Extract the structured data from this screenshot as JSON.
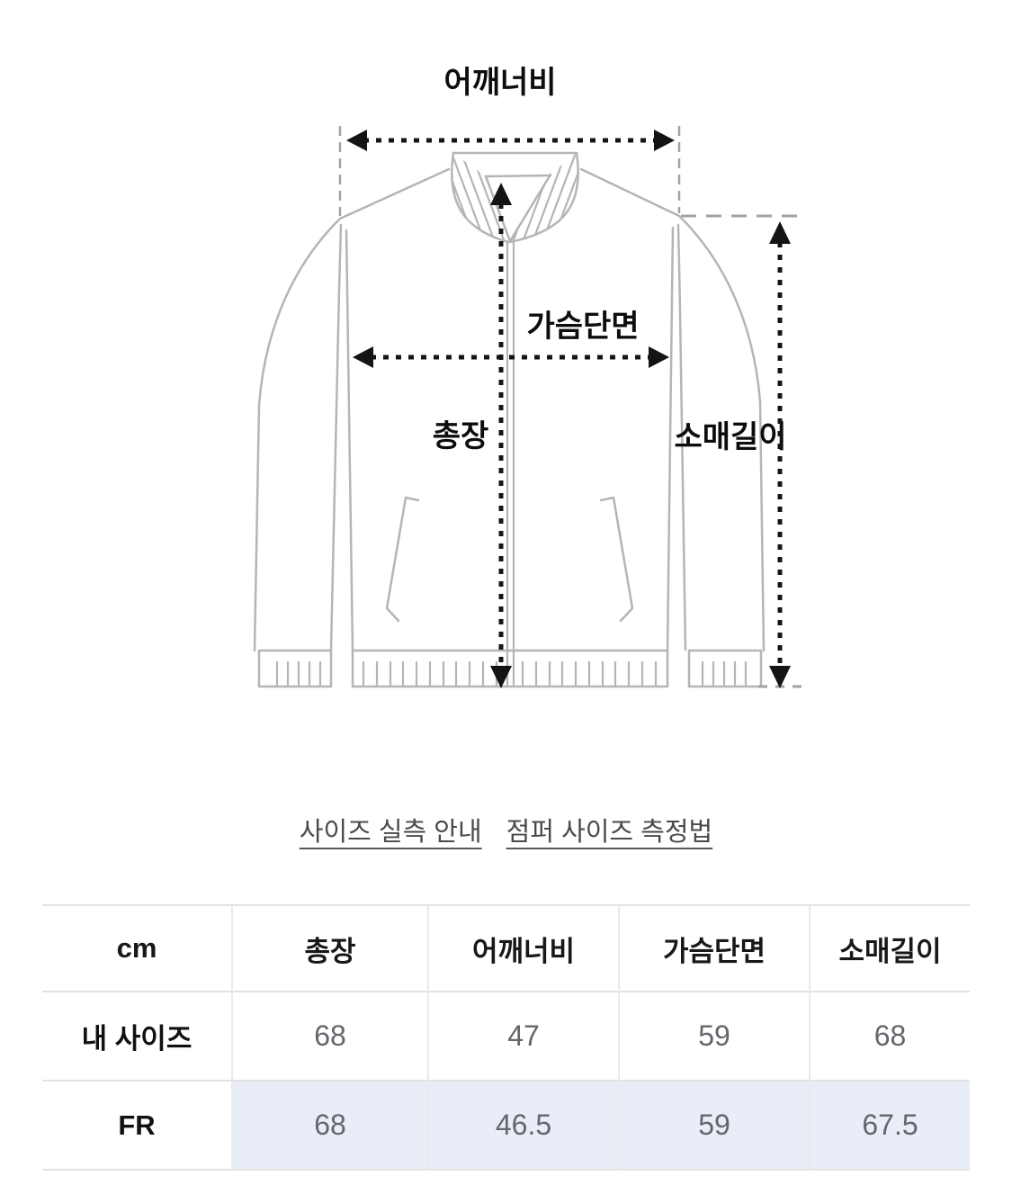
{
  "diagram": {
    "labels": {
      "shoulder": "어깨너비",
      "chest": "가슴단면",
      "length": "총장",
      "sleeve": "소매길이"
    },
    "jacket_line_color": "#b5b5b5",
    "measure_line_color": "#141414",
    "guide_line_color": "#a3a3a3"
  },
  "links": {
    "size_guide": "사이즈 실측 안내",
    "jumper_measure": "점퍼 사이즈 측정법"
  },
  "size_table": {
    "unit_header": "cm",
    "columns": [
      "총장",
      "어깨너비",
      "가슴단면",
      "소매길이"
    ],
    "rows": [
      {
        "label": "내 사이즈",
        "values": [
          "68",
          "47",
          "59",
          "68"
        ],
        "highlight": false
      },
      {
        "label": "FR",
        "values": [
          "68",
          "46.5",
          "59",
          "67.5"
        ],
        "highlight": true
      }
    ],
    "highlight_color": "#e8edf8"
  }
}
